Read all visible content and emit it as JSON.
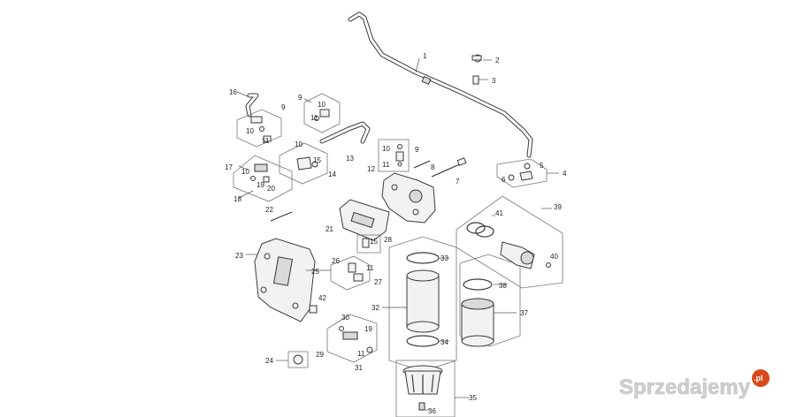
{
  "callouts": {
    "c1": "1",
    "c2": "2",
    "c3": "3",
    "c4": "4",
    "c5": "5",
    "c6": "6",
    "c7": "7",
    "c8": "8",
    "c9a": "9",
    "c9b": "9",
    "c9c": "9",
    "c10a": "10",
    "c10b": "10",
    "c10c": "10",
    "c10d": "10",
    "c10e": "10",
    "c11a": "11",
    "c11b": "11",
    "c11c": "11",
    "c11d": "11",
    "c11e": "11",
    "c12": "12",
    "c13": "13",
    "c14": "14",
    "c15a": "15",
    "c15b": "15",
    "c16": "16",
    "c17": "17",
    "c18": "18",
    "c19a": "19",
    "c19b": "19",
    "c20": "20",
    "c21": "21",
    "c22": "22",
    "c23": "23",
    "c24": "24",
    "c25": "25",
    "c26": "26",
    "c27": "27",
    "c28": "28",
    "c29": "29",
    "c30": "30",
    "c31": "31",
    "c32": "32",
    "c33": "33",
    "c34": "34",
    "c35": "35",
    "c36": "36",
    "c37": "37",
    "c38": "38",
    "c39": "39",
    "c40": "40",
    "c41": "41",
    "c42": "42"
  },
  "watermark": {
    "site": "Sprzedajemy",
    "badge": ".pl"
  }
}
